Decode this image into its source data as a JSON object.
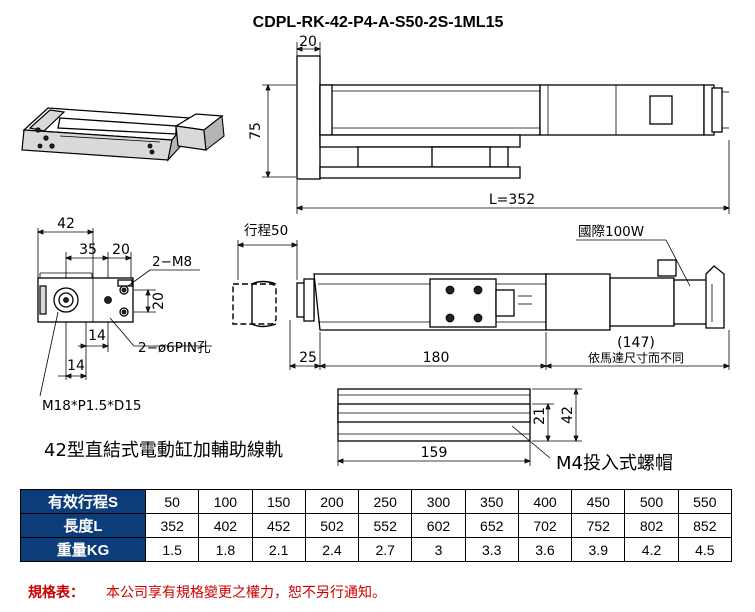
{
  "title": "CDPL-RK-42-P4-A-S50-2S-1ML15",
  "top_view": {
    "dim_20": "20",
    "dim_75": "75",
    "dim_L": "L=352"
  },
  "end_view": {
    "dim_42": "42",
    "dim_35": "35",
    "dim_20": "20",
    "dim_20_vertical": "20",
    "dim_14a": "14",
    "dim_14b": "14",
    "label_m8": "2−M8",
    "label_pin": "2−ø6PIN孔",
    "label_thread": "M18*P1.5*D15"
  },
  "side_view": {
    "label_stroke": "行程50",
    "label_motor": "國際100W",
    "dim_25": "25",
    "dim_180": "180",
    "dim_147": "(147)",
    "label_motor_note": "依馬達尺寸而不同"
  },
  "caption": "42型直結式電動缸加輔助線軌",
  "rail_view": {
    "dim_159": "159",
    "dim_21": "21",
    "dim_42": "42",
    "label_cap": "M4投入式螺帽"
  },
  "table": {
    "rows": [
      {
        "header": "有效行程S",
        "values": [
          "50",
          "100",
          "150",
          "200",
          "250",
          "300",
          "350",
          "400",
          "450",
          "500",
          "550"
        ]
      },
      {
        "header": "長度L",
        "values": [
          "352",
          "402",
          "452",
          "502",
          "552",
          "602",
          "652",
          "702",
          "752",
          "802",
          "852"
        ]
      },
      {
        "header": "重量KG",
        "values": [
          "1.5",
          "1.8",
          "2.1",
          "2.4",
          "2.7",
          "3",
          "3.3",
          "3.6",
          "3.9",
          "4.2",
          "4.5"
        ]
      }
    ]
  },
  "note": {
    "label": "規格表：",
    "text": "本公司享有規格變更之權力，恕不另行通知。"
  },
  "colors": {
    "table_header_bg": "#0c3d7a",
    "table_header_text": "#ffffff",
    "note_text": "#cc0000"
  }
}
